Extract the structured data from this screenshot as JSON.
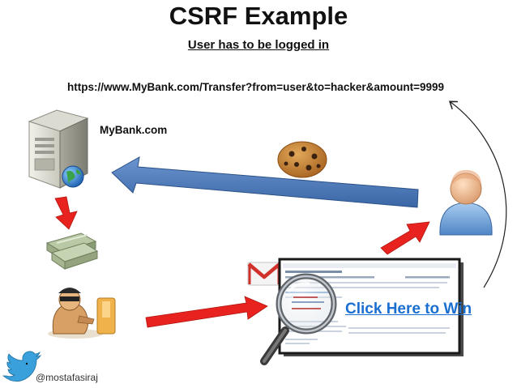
{
  "title": "CSRF Example",
  "subtitle": "User has to be logged in",
  "url": "https://www.MyBank.com/Transfer?from=user&to=hacker&amount=9999",
  "bank_label": "MyBank.com",
  "click_link": "Click Here to Win",
  "twitter_handle": "@mostafasiraj",
  "icons": [
    "server-icon",
    "globe-icon",
    "cookie-icon",
    "money-stack-icon",
    "thief-icon",
    "gmail-icon",
    "email-screenshot",
    "magnifier-icon",
    "user-icon",
    "twitter-bird-icon"
  ],
  "colors": {
    "red_arrow": "#e8231f",
    "blue_arrow": "#4a78b8",
    "link": "#1b6fd0"
  }
}
